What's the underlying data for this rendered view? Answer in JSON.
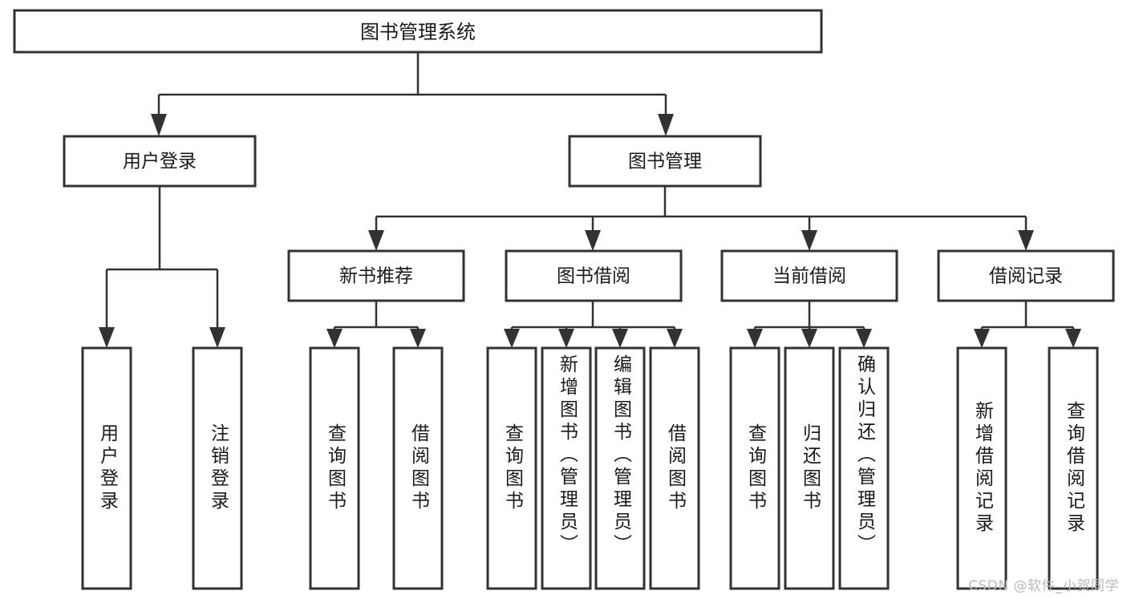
{
  "diagram": {
    "type": "tree",
    "title": "图书管理系统",
    "watermark": "CSDN @软件_小贺同学",
    "root": {
      "id": "root",
      "label": "图书管理系统"
    },
    "level2": [
      {
        "id": "user-login",
        "label": "用户登录"
      },
      {
        "id": "book-manage",
        "label": "图书管理"
      }
    ],
    "level3": [
      {
        "id": "new-book-recommend",
        "label": "新书推荐",
        "parent": "book-manage"
      },
      {
        "id": "book-borrow",
        "label": "图书借阅",
        "parent": "book-manage"
      },
      {
        "id": "current-borrow",
        "label": "当前借阅",
        "parent": "book-manage"
      },
      {
        "id": "borrow-record",
        "label": "借阅记录",
        "parent": "book-manage"
      }
    ],
    "leaves": {
      "user-login": [
        {
          "id": "leaf-user-login",
          "label": "用户登录"
        },
        {
          "id": "leaf-user-logout",
          "label": "注销登录"
        }
      ],
      "new-book-recommend": [
        {
          "id": "leaf-query-book-1",
          "label": "查询图书"
        },
        {
          "id": "leaf-borrow-book-1",
          "label": "借阅图书"
        }
      ],
      "book-borrow": [
        {
          "id": "leaf-query-book-2",
          "label": "查询图书"
        },
        {
          "id": "leaf-add-book",
          "label": "新增图书（管理员）"
        },
        {
          "id": "leaf-edit-book",
          "label": "编辑图书（管理员）"
        },
        {
          "id": "leaf-borrow-book-2",
          "label": "借阅图书"
        }
      ],
      "current-borrow": [
        {
          "id": "leaf-query-book-3",
          "label": "查询图书"
        },
        {
          "id": "leaf-return-book",
          "label": "归还图书"
        },
        {
          "id": "leaf-confirm-return",
          "label": "确认归还（管理员）"
        }
      ],
      "borrow-record": [
        {
          "id": "leaf-add-record",
          "label": "新增借阅记录"
        },
        {
          "id": "leaf-query-record",
          "label": "查询借阅记录"
        }
      ]
    },
    "colors": {
      "box_stroke": "#323232",
      "box_fill": "#ffffff",
      "connector": "#323232",
      "text": "#1a1a1a",
      "background": "#ffffff",
      "watermark": "#b9b9b9"
    }
  }
}
